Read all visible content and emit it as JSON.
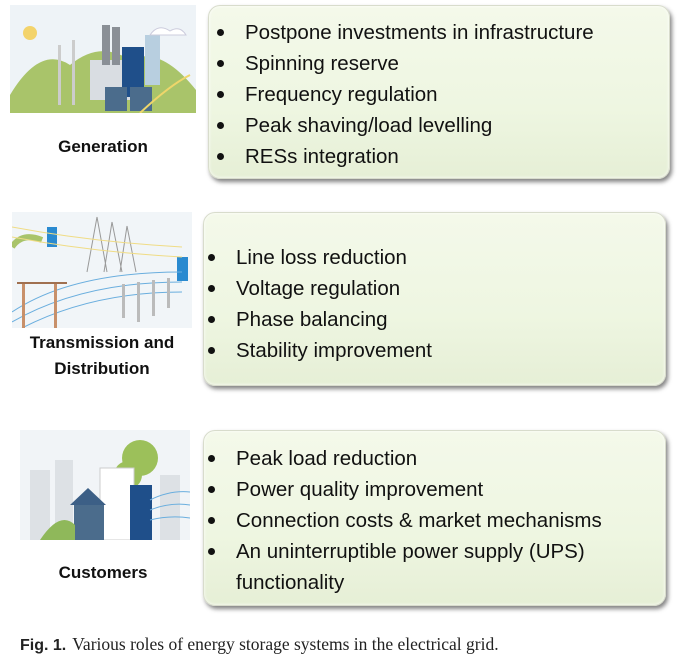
{
  "rows": [
    {
      "label_lines": [
        "Generation"
      ],
      "items": [
        "Postpone investments in infrastructure",
        "Spinning reserve",
        "Frequency regulation",
        "Peak shaving/load levelling",
        "RESs integration"
      ]
    },
    {
      "label_lines": [
        "Transmission and",
        "Distribution"
      ],
      "items": [
        "Line loss reduction",
        "Voltage regulation",
        "Phase balancing",
        "Stability improvement"
      ]
    },
    {
      "label_lines": [
        "Customers"
      ],
      "items": [
        "Peak load reduction",
        "Power quality improvement",
        "Connection costs & market mechanisms",
        "An uninterruptible power supply (UPS)",
        "functionality"
      ]
    }
  ],
  "caption": {
    "label": "Fig. 1.",
    "text": "Various roles of energy storage systems in the electrical grid."
  }
}
